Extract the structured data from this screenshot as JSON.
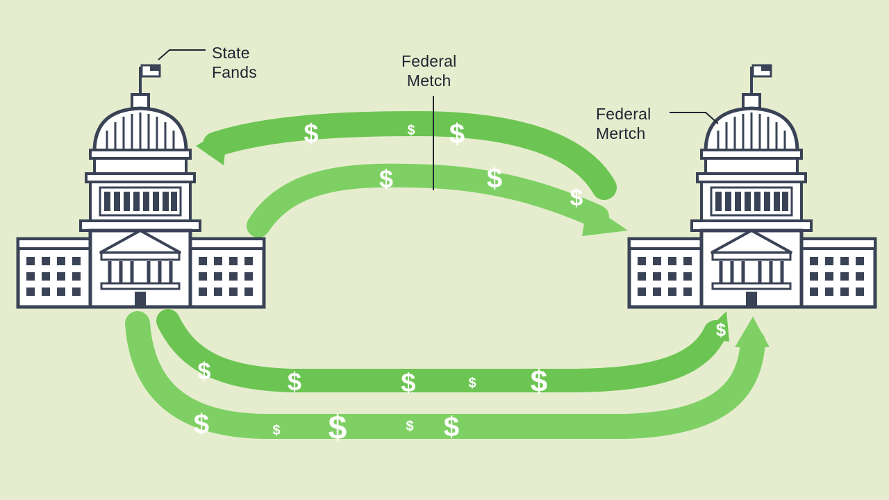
{
  "labels": {
    "state_funds": [
      "State",
      "Fands"
    ],
    "federal_match_top": [
      "Federal",
      "Metch"
    ],
    "federal_match_right": [
      "Federal",
      "Mertch"
    ]
  },
  "symbols": {
    "currency": "$"
  },
  "colors": {
    "background": "#e6edcf",
    "arrow_green": "#6cc552",
    "arrow_green_light": "#86d46c",
    "building_outline": "#3a4356",
    "building_fill": "#ffffff",
    "text": "#1f2430"
  },
  "icons": {
    "left_building": "capitol-building-icon",
    "right_building": "capitol-building-icon"
  }
}
